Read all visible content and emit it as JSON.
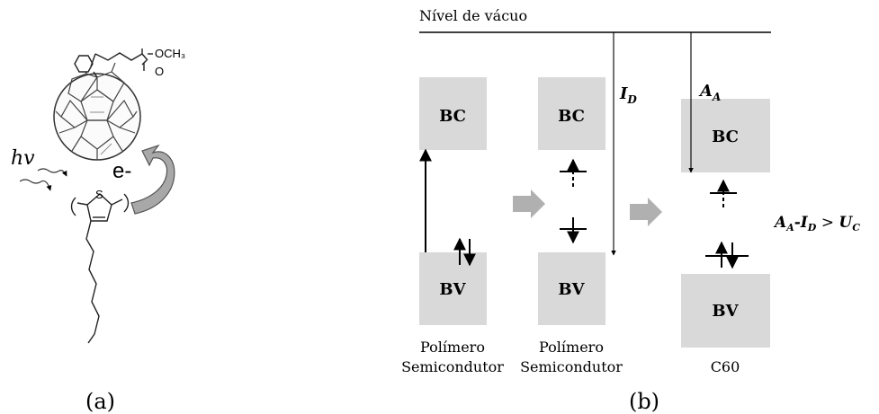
{
  "panel_a": {
    "label": "(a)",
    "light_label": "hv",
    "electron_label": "e-",
    "ester_label": "OCH₃",
    "carbonyl_label": "O",
    "sulfur_label": "S"
  },
  "panel_b": {
    "label": "(b)",
    "vacuum_level": "Nível de vácuo",
    "ionization_label": "I",
    "ionization_sub": "D",
    "affinity_label": "A",
    "affinity_sub": "A",
    "bc": "BC",
    "bv": "BV",
    "condition": {
      "a": "A",
      "a_sub": "A",
      "mid": "-I",
      "d_sub": "D",
      "gt": " > ",
      "u": "U",
      "u_sub": "C"
    },
    "columns": [
      {
        "line1": "Polímero",
        "line2": "Semicondutor"
      },
      {
        "line1": "Polímero",
        "line2": "Semicondutor"
      },
      {
        "line1": "C60",
        "line2": ""
      }
    ]
  },
  "colors": {
    "box_fill": "#d9d9d9",
    "arrow_fill": "#b0b0b0",
    "line": "#000000"
  }
}
